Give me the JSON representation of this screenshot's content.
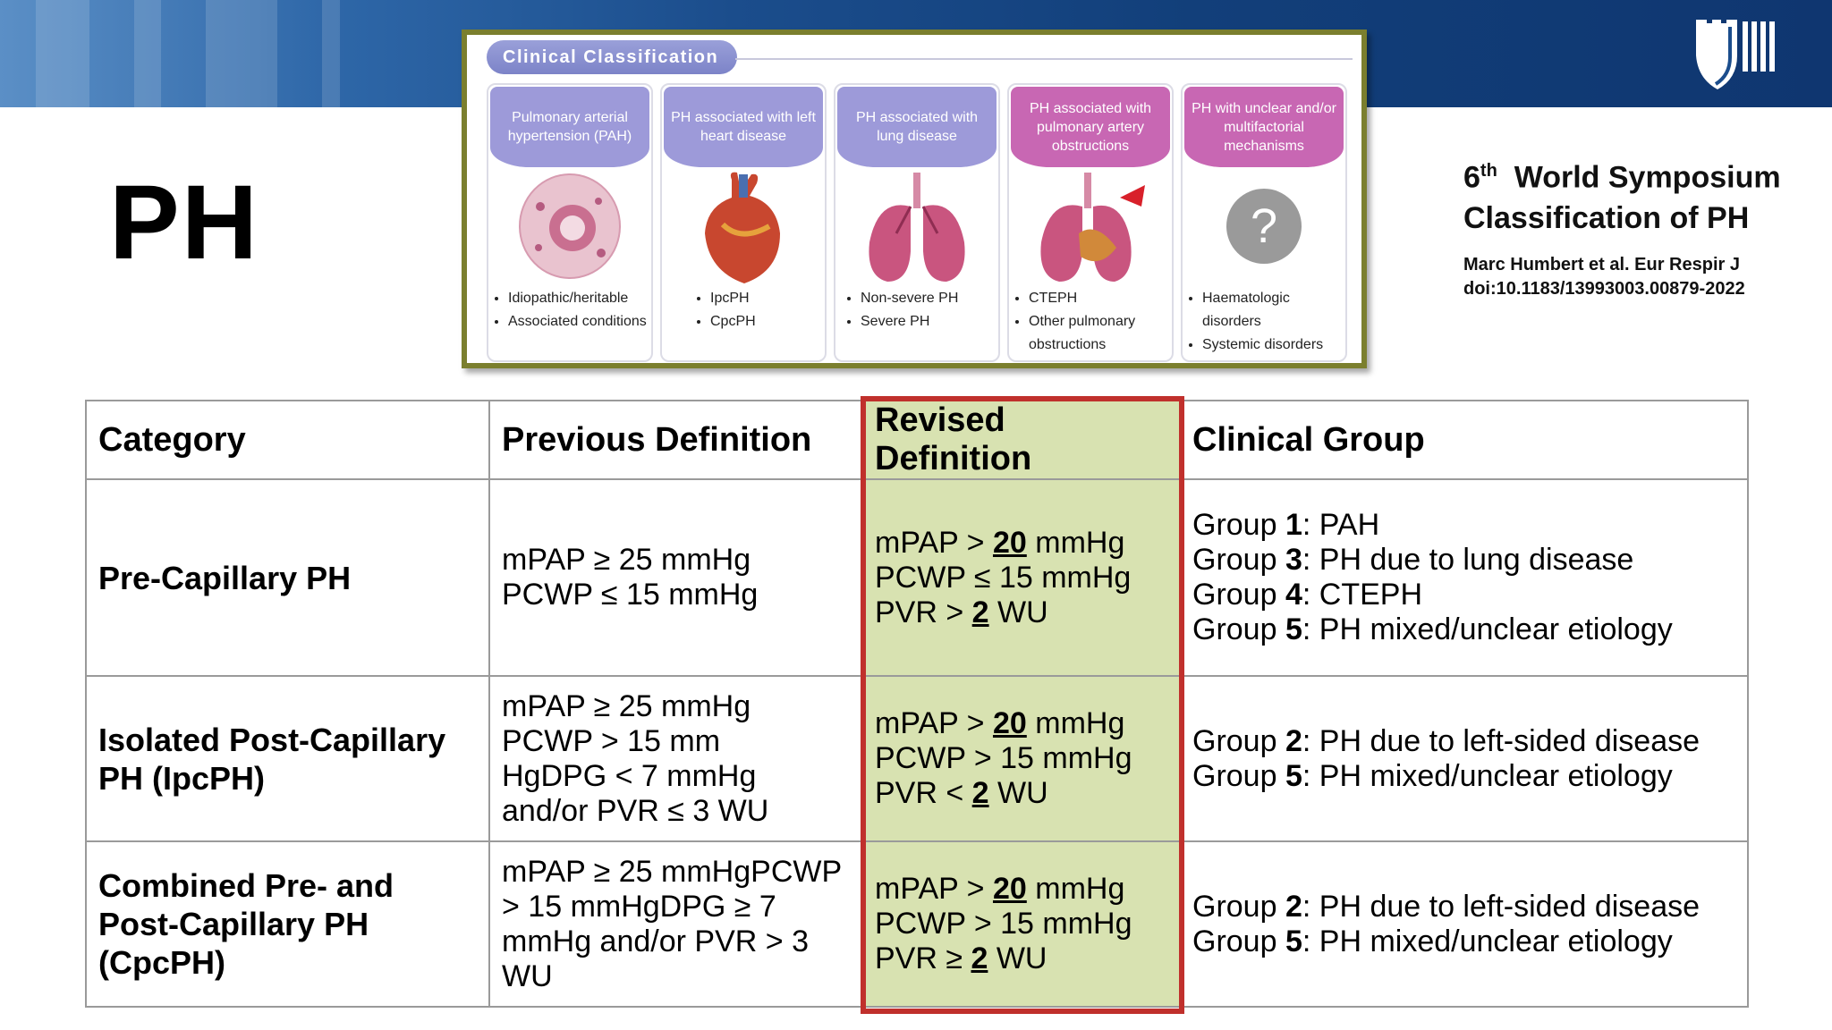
{
  "slide": {
    "title": "PH"
  },
  "figure": {
    "heading": "Clinical Classification",
    "groups": [
      {
        "title": "Pulmonary arterial hypertension (PAH)",
        "image": "lung-tissue-micrograph",
        "bullets": [
          "Idiopathic/heritable",
          "Associated conditions"
        ]
      },
      {
        "title": "PH associated with left heart disease",
        "image": "heart-illustration",
        "bullets": [
          "IpcPH",
          "CpcPH"
        ]
      },
      {
        "title": "PH associated with lung disease",
        "image": "lungs-illustration",
        "bullets": [
          "Non-severe PH",
          "Severe PH"
        ]
      },
      {
        "title": "PH associated with pulmonary artery obstructions",
        "image": "lungs-with-clot-illustration",
        "bullets": [
          "CTEPH",
          "Other pulmonary obstructions"
        ]
      },
      {
        "title": "PH with unclear and/or multifactorial mechanisms",
        "image": "question-mark-icon",
        "bullets": [
          "Haematologic disorders",
          "Systemic disorders"
        ]
      }
    ]
  },
  "citation": {
    "title_ordinal": "6",
    "title_suffix": "th",
    "title_line1": "World Symposium",
    "title_line2": "Classification of PH",
    "authors": "Marc Humbert et al. Eur Respir J",
    "doi": "doi:10.1183/13993003.00879-2022"
  },
  "table": {
    "headers": [
      "Category",
      "Previous Definition",
      "Revised Definition",
      "Clinical Group"
    ],
    "rows": [
      {
        "category": "Pre-Capillary PH",
        "previous": [
          "mPAP ≥ 25 mmHg",
          "PCWP ≤ 15 mmHg"
        ],
        "revised": [
          {
            "pre": "mPAP > ",
            "em": "20",
            "post": " mmHg"
          },
          {
            "pre": "PCWP ≤ 15 mmHg",
            "em": "",
            "post": ""
          },
          {
            "pre": "PVR > ",
            "em": "2",
            "post": " WU"
          }
        ],
        "groups": [
          {
            "label": "Group ",
            "num": "1",
            "desc": ": PAH"
          },
          {
            "label": "Group ",
            "num": "3",
            "desc": ": PH due to lung disease"
          },
          {
            "label": "Group ",
            "num": "4",
            "desc": ": CTEPH"
          },
          {
            "label": "Group ",
            "num": "5",
            "desc": ": PH mixed/unclear etiology"
          }
        ]
      },
      {
        "category": "Isolated Post-Capillary PH (IpcPH)",
        "previous": [
          "mPAP ≥ 25 mmHg",
          "PCWP > 15 mm",
          "HgDPG < 7 mmHg",
          "and/or PVR ≤ 3 WU"
        ],
        "revised": [
          {
            "pre": "mPAP > ",
            "em": "20",
            "post": " mmHg"
          },
          {
            "pre": "PCWP > 15 mmHg",
            "em": "",
            "post": ""
          },
          {
            "pre": "PVR < ",
            "em": "2",
            "post": " WU"
          }
        ],
        "groups": [
          {
            "label": "Group ",
            "num": "2",
            "desc": ": PH due to left-sided disease"
          },
          {
            "label": "Group ",
            "num": "5",
            "desc": ": PH mixed/unclear etiology"
          }
        ]
      },
      {
        "category": "Combined Pre- and Post-Capillary PH (CpcPH)",
        "previous": [
          "mPAP ≥ 25 mmHgPCWP > 15 mmHgDPG ≥ 7 mmHg and/or PVR > 3 WU"
        ],
        "revised": [
          {
            "pre": "mPAP > ",
            "em": "20",
            "post": " mmHg"
          },
          {
            "pre": "PCWP > 15 mmHg",
            "em": "",
            "post": ""
          },
          {
            "pre": "PVR ≥ ",
            "em": "2",
            "post": " WU"
          }
        ],
        "groups": [
          {
            "label": "Group ",
            "num": "2",
            "desc": ": PH due to left-sided disease"
          },
          {
            "label": "Group ",
            "num": "5",
            "desc": ": PH mixed/unclear etiology"
          }
        ]
      }
    ]
  },
  "colors": {
    "banner": "#1b4d8c",
    "highlight_border": "#c0302c",
    "revised_fill": "#d8e2b1",
    "figure_border": "#7b7f2e"
  }
}
